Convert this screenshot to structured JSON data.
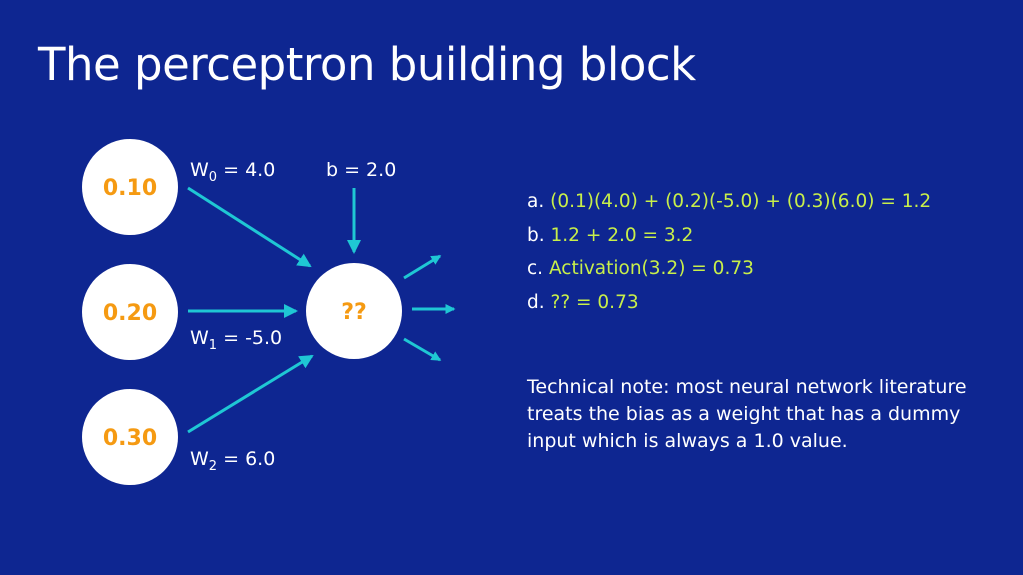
{
  "title": "The perceptron building block",
  "inputs": [
    {
      "value": "0.10"
    },
    {
      "value": "0.20"
    },
    {
      "value": "0.30"
    }
  ],
  "output_node": {
    "value": "??"
  },
  "weights": [
    {
      "label": "W",
      "index": "0",
      "rest": " = 4.0"
    },
    {
      "label": "W",
      "index": "1",
      "rest": " = -5.0"
    },
    {
      "label": "W",
      "index": "2",
      "rest": " = 6.0"
    }
  ],
  "bias": {
    "label": "b = 2.0"
  },
  "steps": [
    {
      "prefix": "a. ",
      "expr": "(0.1)(4.0) + (0.2)(-5.0) + (0.3)(6.0) = 1.2"
    },
    {
      "prefix": "b. ",
      "expr": "1.2 + 2.0 = 3.2"
    },
    {
      "prefix": "c. ",
      "expr": "Activation(3.2) = 0.73"
    },
    {
      "prefix": "d. ",
      "expr": "?? = 0.73"
    }
  ],
  "note": "Technical note: most neural network literature treats the bias as a weight that has a dummy input which is always a 1.0 value.",
  "colors": {
    "background": "#0e2691",
    "arrow": "#1fc7d4",
    "node_fill": "#ffffff",
    "node_text": "#f59a12",
    "step_expr": "#c8ef4a"
  }
}
